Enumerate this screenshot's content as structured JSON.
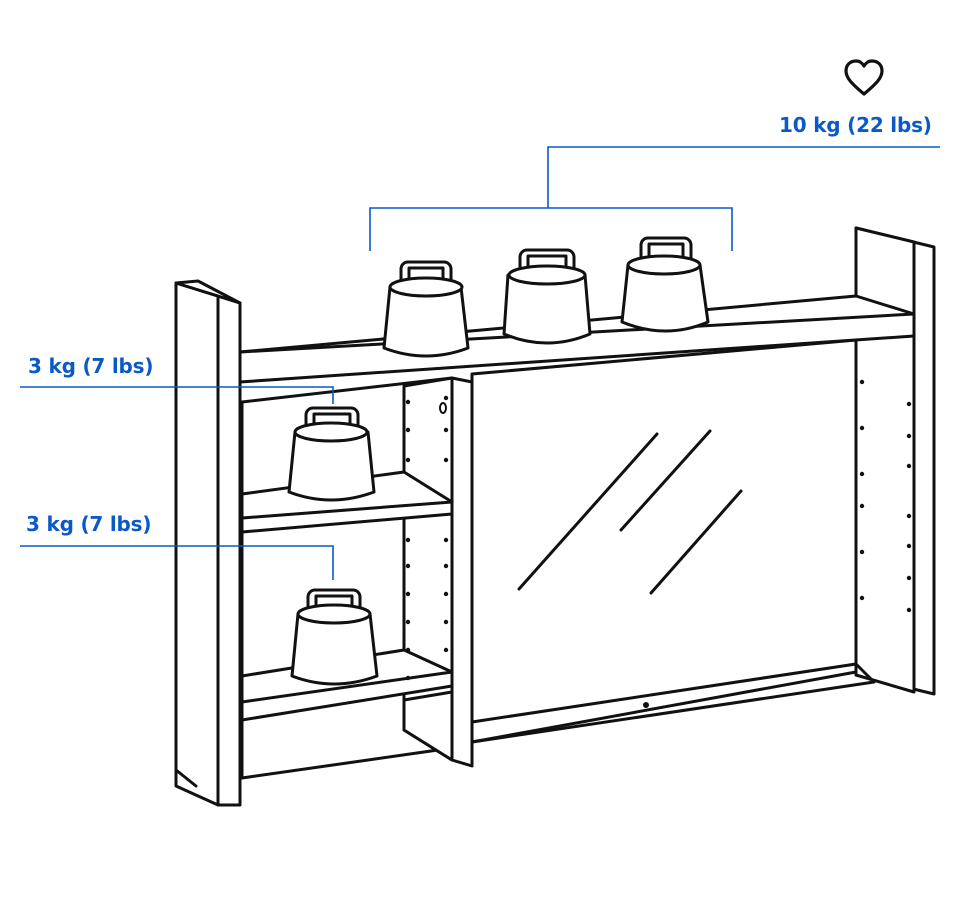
{
  "favorite": {
    "icon": "heart-outline-icon"
  },
  "load_labels": {
    "top_shelf": "10 kg (22 lbs)",
    "middle_shelf": "3 kg (7 lbs)",
    "bottom_shelf": "3 kg (7 lbs)"
  },
  "colors": {
    "accent": "#0a59c8",
    "line": "#111111",
    "background": "#ffffff"
  }
}
